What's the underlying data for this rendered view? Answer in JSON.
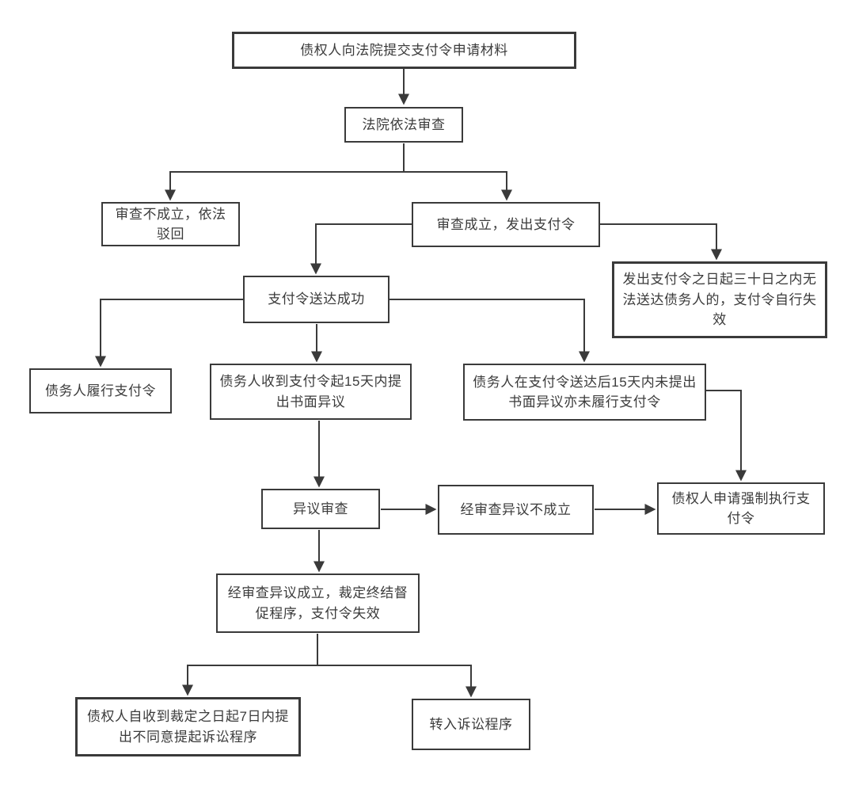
{
  "diagram": {
    "language": "zh-CN",
    "type": "flowchart",
    "colors": {
      "background": "#ffffff",
      "box_fill": "#ffffff",
      "box_border": "#3a3a3a",
      "line": "#3a3a3a",
      "text": "#3b3b3b"
    },
    "nodes": [
      {
        "id": "submit",
        "text": "债权人向法院提交支付令申请材料"
      },
      {
        "id": "review",
        "text": "法院依法审查"
      },
      {
        "id": "reject",
        "text": "审查不成立，依法驳回"
      },
      {
        "id": "issue",
        "text": "审查成立，发出支付令"
      },
      {
        "id": "delivered",
        "text": "支付令送达成功"
      },
      {
        "id": "expire30",
        "text": "发出支付令之日起三十日之内无法送达债务人的，支付令自行失效"
      },
      {
        "id": "perform",
        "text": "债务人履行支付令"
      },
      {
        "id": "object15",
        "text": "债务人收到支付令起15天内提出书面异议"
      },
      {
        "id": "noObject15",
        "text": "债务人在支付令送达后15天内未提出书面异议亦未履行支付令"
      },
      {
        "id": "objReview",
        "text": "异议审查"
      },
      {
        "id": "objFail",
        "text": "经审查异议不成立"
      },
      {
        "id": "enforce",
        "text": "债权人申请强制执行支付令"
      },
      {
        "id": "objSuccess",
        "text": "经审查异议成立，裁定终结督促程序，支付令失效"
      },
      {
        "id": "disagree7",
        "text": "债权人自收到裁定之日起7日内提出不同意提起诉讼程序"
      },
      {
        "id": "litigation",
        "text": "转入诉讼程序"
      }
    ],
    "edges": [
      {
        "from": "submit",
        "to": "review"
      },
      {
        "from": "review",
        "to": "reject"
      },
      {
        "from": "review",
        "to": "issue"
      },
      {
        "from": "issue",
        "to": "delivered"
      },
      {
        "from": "issue",
        "to": "expire30"
      },
      {
        "from": "delivered",
        "to": "perform"
      },
      {
        "from": "delivered",
        "to": "object15"
      },
      {
        "from": "delivered",
        "to": "noObject15"
      },
      {
        "from": "object15",
        "to": "objReview"
      },
      {
        "from": "objReview",
        "to": "objFail"
      },
      {
        "from": "objFail",
        "to": "enforce"
      },
      {
        "from": "noObject15",
        "to": "enforce"
      },
      {
        "from": "objReview",
        "to": "objSuccess"
      },
      {
        "from": "objSuccess",
        "to": "disagree7"
      },
      {
        "from": "objSuccess",
        "to": "litigation"
      }
    ]
  }
}
